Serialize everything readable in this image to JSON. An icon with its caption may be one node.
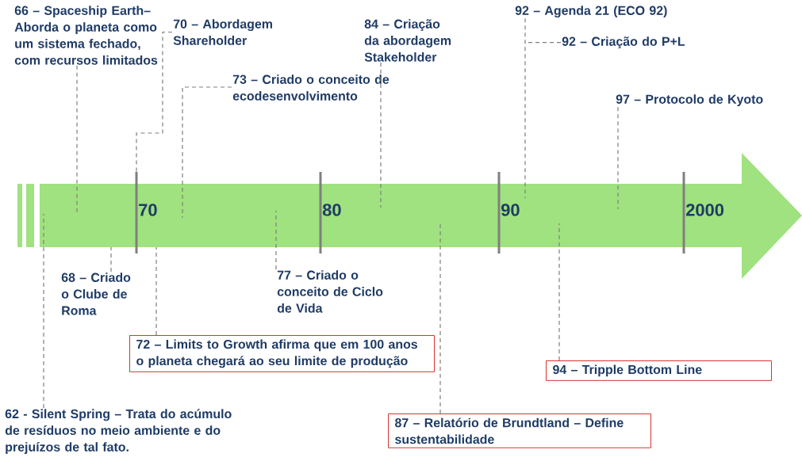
{
  "diagram": {
    "nodes": [
      {
        "text": [
          "66 – Spaceship Earth– Aborda o planeta como um sistema fechado, com recursos limitados"
        ]
      },
      {
        "text": [
          "70 – Abordagem Shareholder"
        ]
      },
      {
        "text": [
          "73 – Criado o conceito de ecodesenvolvimento"
        ]
      },
      {
        "text": [
          "84 – Criação da abordagem Stakeholder"
        ]
      },
      {
        "text": [
          "92 – Agenda 21 (ECO 92)"
        ]
      },
      {
        "text": [
          "92 – Criação do P+L"
        ]
      },
      {
        "text": [
          "97 – Protocolo de Kyoto"
        ]
      },
      {
        "text": [
          "68 – Criado o Clube de Roma"
        ]
      },
      {
        "text": [
          "77 – Criado o conceito de Ciclo de Vida"
        ]
      },
      {
        "text": [
          "72 – Limits to Growth afirma que em 100 anos o planeta chegará ao seu limite de produção"
        ]
      },
      {
        "text": [
          "94 – Tripple Bottom Line"
        ]
      },
      {
        "text": [
          "62 - Silent Spring – Trata do acúmulo de resíduos no meio ambiente e do prejuízos de tal fato."
        ]
      },
      {
        "text": [
          "87 – Relatório de Brundtland – Define sustentabilidade"
        ]
      }
    ],
    "edges": [
      {
        "from": 0,
        "to": null,
        "arrow": "none"
      },
      {
        "from": 1,
        "to": null,
        "arrow": "none"
      },
      {
        "from": 2,
        "to": null,
        "arrow": "none"
      },
      {
        "from": 3,
        "to": null,
        "arrow": "none"
      },
      {
        "from": 4,
        "to": null,
        "arrow": "none"
      },
      {
        "from": 5,
        "to": null,
        "arrow": "none"
      },
      {
        "from": 6,
        "to": null,
        "arrow": "none"
      },
      {
        "from": 7,
        "to": null,
        "arrow": "none"
      },
      {
        "from": 8,
        "to": null,
        "arrow": "none"
      },
      {
        "from": 9,
        "to": null,
        "arrow": "none"
      },
      {
        "from": 10,
        "to": null,
        "arrow": "none"
      },
      {
        "from": 11,
        "to": null,
        "arrow": "none"
      },
      {
        "from": 12,
        "to": null,
        "arrow": "none"
      }
    ],
    "labels": [
      "70",
      "80",
      "90",
      "2000"
    ]
  }
}
